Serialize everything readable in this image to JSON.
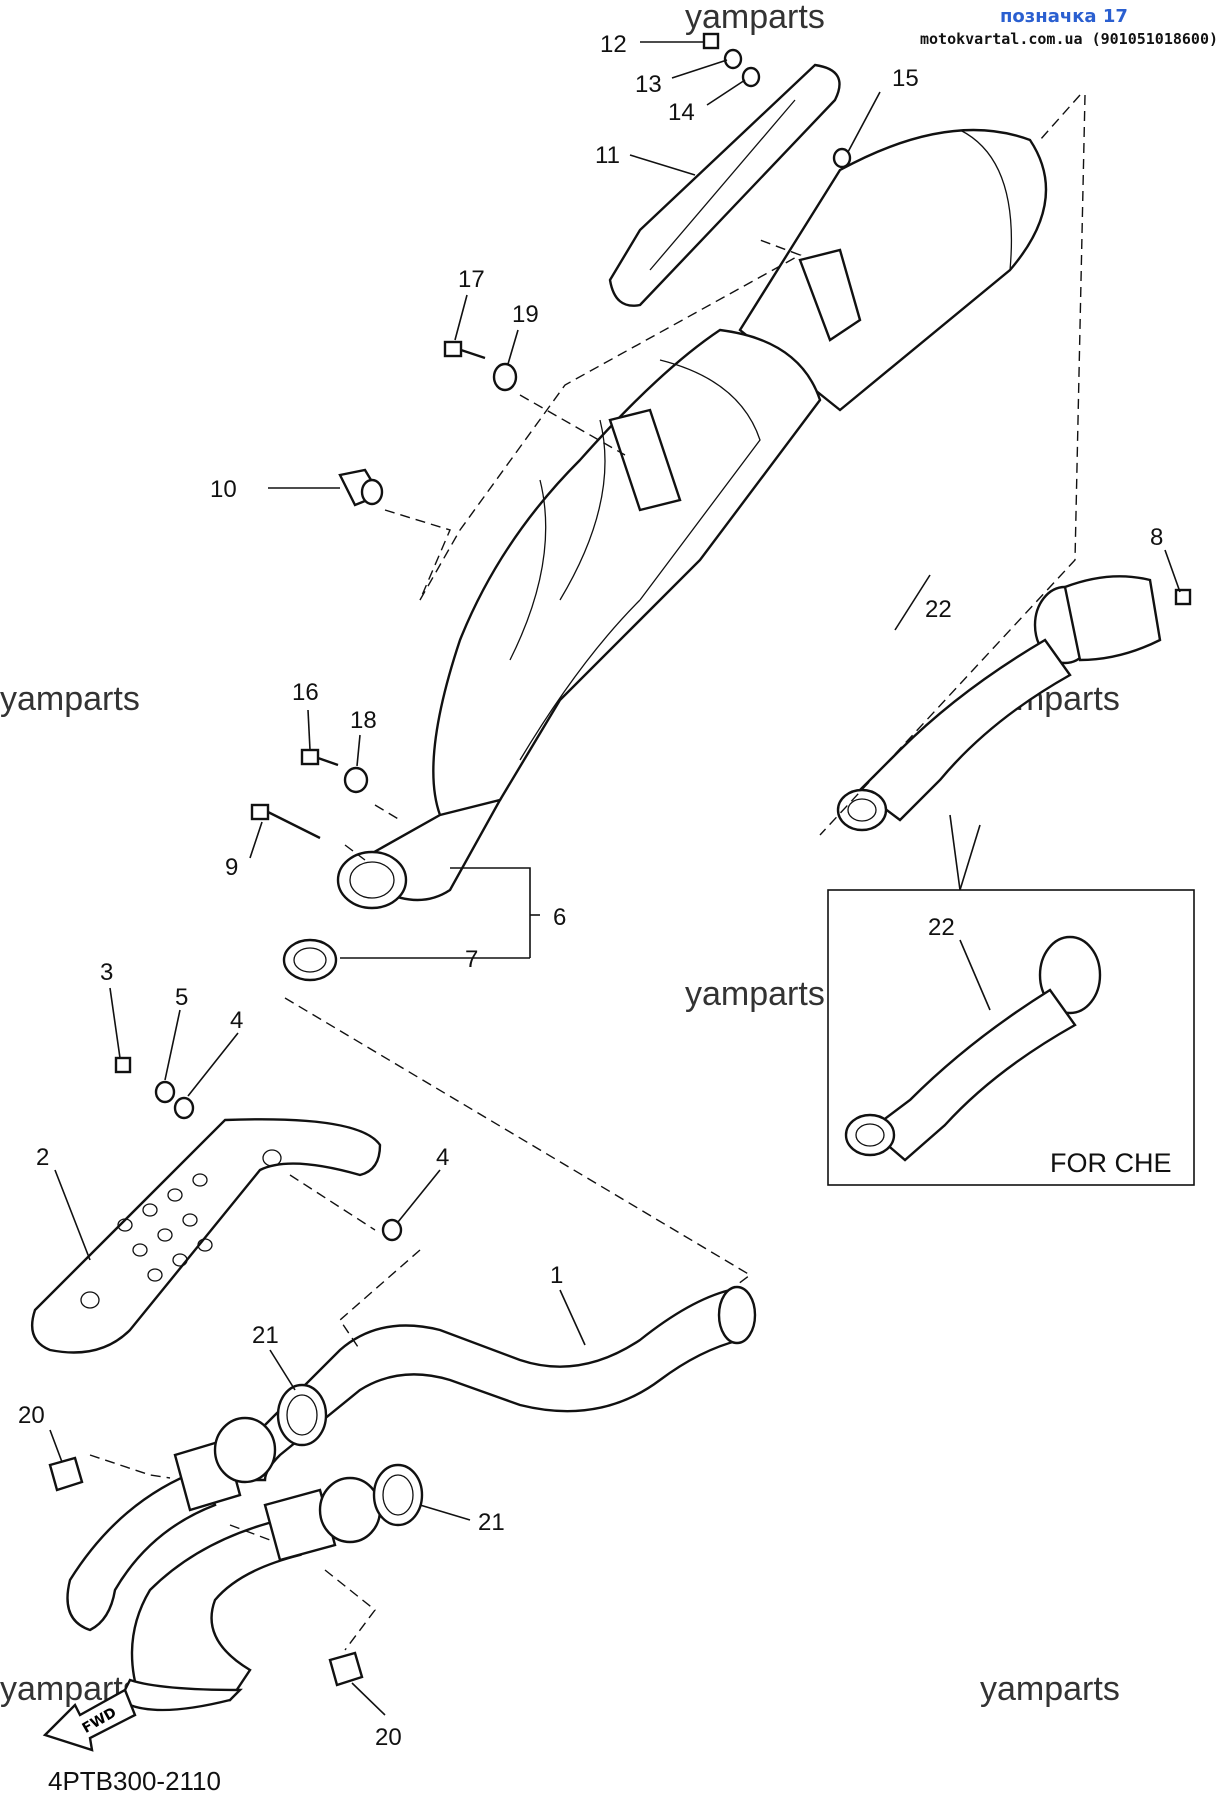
{
  "header": {
    "link_text": "позначка 17",
    "source_text": "motokvartal.com.ua (901051018600)"
  },
  "watermarks": [
    "yamparts",
    "yamparts",
    "yamparts",
    "yamparts",
    "yamparts",
    "yamparts"
  ],
  "diagram_code": "4PTB300-2110",
  "inset_label": "FOR CHE",
  "fwd_label": "FWD",
  "callouts": {
    "c1": "1",
    "c2": "2",
    "c3": "3",
    "c4a": "4",
    "c4b": "4",
    "c5": "5",
    "c6": "6",
    "c7": "7",
    "c8": "8",
    "c9": "9",
    "c10": "10",
    "c11": "11",
    "c12": "12",
    "c13": "13",
    "c14": "14",
    "c15": "15",
    "c16": "16",
    "c17": "17",
    "c18": "18",
    "c19": "19",
    "c20a": "20",
    "c20b": "20",
    "c21a": "21",
    "c21b": "21",
    "c22a": "22",
    "c22b": "22"
  }
}
